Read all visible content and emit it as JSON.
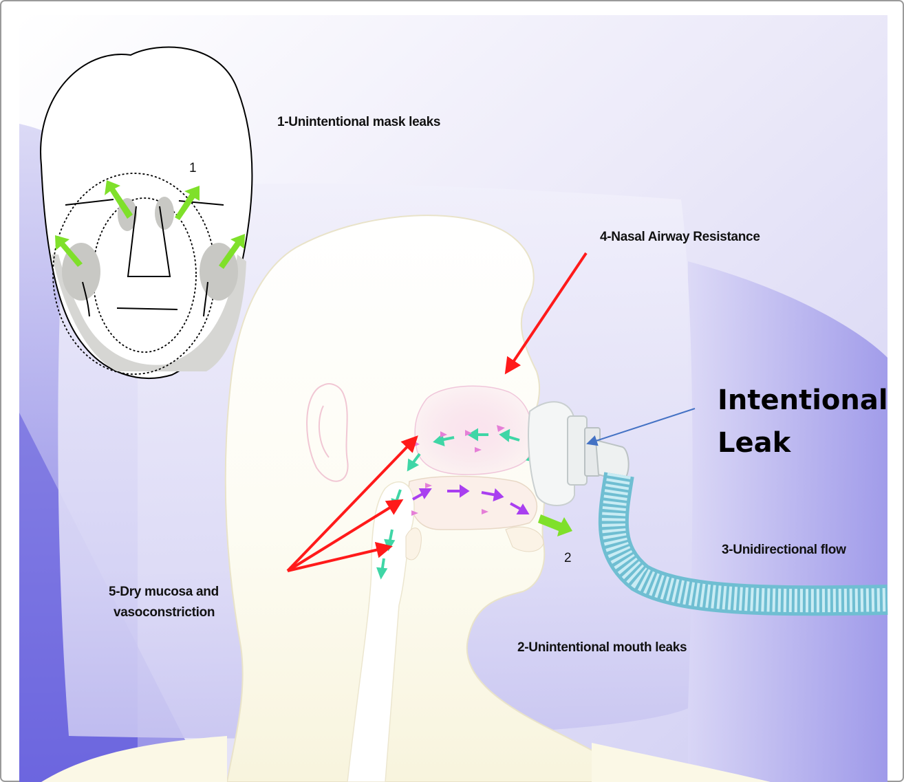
{
  "labels": {
    "mask_leaks": "1-Unintentional mask leaks",
    "mouth_leaks": "2-Unintentional mouth leaks",
    "unidirectional_flow": "3-Unidirectional flow",
    "nasal_resistance": "4-Nasal Airway Resistance",
    "dry_mucosa_line1": "5-Dry mucosa and",
    "dry_mucosa_line2": "vasoconstriction",
    "intentional_line1": "Intentional",
    "intentional_line2": "Leak",
    "marker_face": "1",
    "marker_mouth": "2"
  },
  "colors": {
    "arrow_red": "#ff1a1a",
    "arrow_green": "#7fe02a",
    "arrow_blue": "#4472c4",
    "flow_teal": "#3fd6a6",
    "flow_purple": "#a93ff0",
    "tube": "#9fd8e6",
    "background": "#b9b6ec",
    "skin": "#fbf9ea"
  },
  "icons": {
    "face": "face-outline-icon",
    "mask": "cpap-mask-icon",
    "tube": "corrugated-tube-icon"
  }
}
